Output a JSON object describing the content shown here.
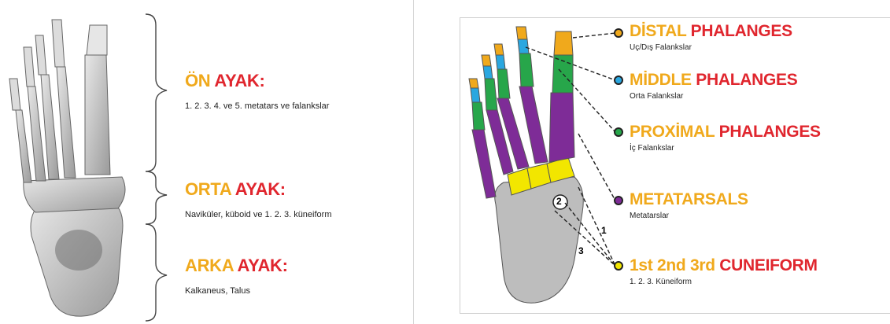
{
  "left": {
    "sections": [
      {
        "word1": "ÖN",
        "word2": "AYAK:",
        "desc": "1. 2. 3. 4. ve 5. metatars ve falankslar"
      },
      {
        "word1": "ORTA",
        "word2": "AYAK:",
        "desc": "Naviküler, küboid ve 1. 2. 3. küneiform"
      },
      {
        "word1": "ARKA",
        "word2": "AYAK:",
        "desc": "Kalkaneus, Talus"
      }
    ]
  },
  "right": {
    "labels": [
      {
        "part1": "DİSTAL",
        "part2": "PHALANGES",
        "sub": "Uç/Dış Falankslar",
        "color": "#f0a91c"
      },
      {
        "part1": "MİDDLE",
        "part2": "PHALANGES",
        "sub": "Orta Falankslar",
        "color": "#2aa7e0"
      },
      {
        "part1": "PROXİMAL",
        "part2": "PHALANGES",
        "sub": "İç Falankslar",
        "color": "#27a64a"
      },
      {
        "part1": "METATARSALS",
        "part2": "",
        "sub": "Metatarslar",
        "color": "#7e2c97"
      },
      {
        "part1": "1st 2nd 3rd",
        "part2": "CUNEIFORM",
        "sub": "1. 2. 3. Küneiform",
        "color": "#f2e600"
      }
    ],
    "cuneiform_numbers": [
      "1",
      "2",
      "3"
    ]
  },
  "colors": {
    "yellow": "#f0a91c",
    "red": "#e0262e",
    "distal": "#f0a91c",
    "middle": "#2aa7e0",
    "proximal": "#27a64a",
    "metatarsal": "#7e2c97",
    "cuneiform": "#f2e600",
    "bone": "#c9c9c9"
  }
}
